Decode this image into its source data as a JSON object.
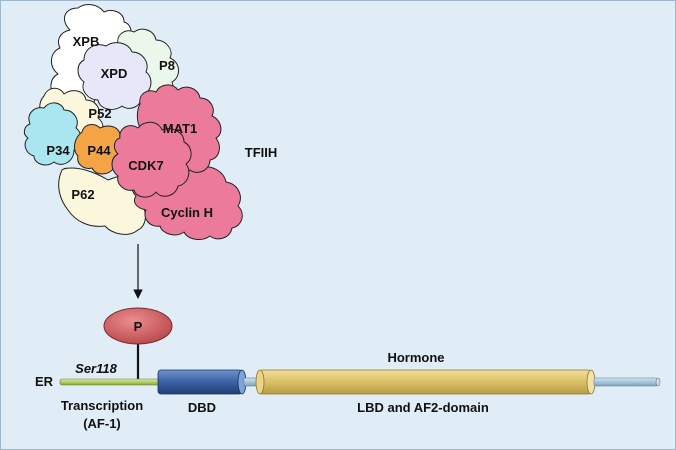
{
  "complex": {
    "name": "TFIIH",
    "subunits": {
      "xpb": "XPB",
      "xpd": "XPD",
      "p8": "P8",
      "p52": "P52",
      "p34": "P34",
      "p44": "P44",
      "mat1": "MAT1",
      "cdk7": "CDK7",
      "p62": "P62",
      "cyclin_h": "Cyclin H"
    }
  },
  "phospho": {
    "label": "P",
    "site": "Ser118"
  },
  "receptor": {
    "name": "ER",
    "hormone_label": "Hormone",
    "domains": {
      "af1_line1": "Transcription",
      "af1_line2": "(AF-1)",
      "dbd": "DBD",
      "lbd": "LBD and AF2-domain"
    }
  },
  "colors": {
    "background": "#e0ecf6",
    "xpb": "#ffffff",
    "xpd": "#e6e8f9",
    "p8": "#ebf7ea",
    "p52": "#fbf7dc",
    "p62": "#fbf7dc",
    "p34": "#aae6f0",
    "p44": "#f4a444",
    "cdk_module": "#ec7b9b",
    "phospho": "#d65a5e",
    "af1": "#b4cf6a",
    "dbd": "#4267a6",
    "lbd": "#dcc36b",
    "tail": "#a8c6d8"
  }
}
